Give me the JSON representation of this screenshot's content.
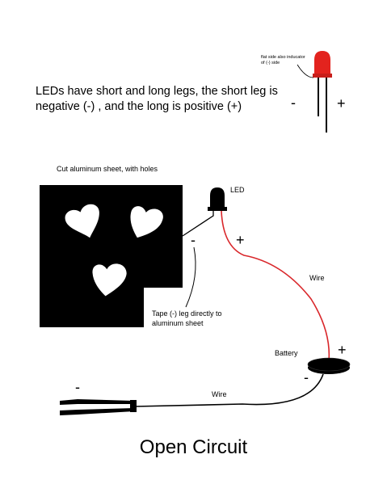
{
  "intro_text": "LEDs have short and long legs, the short leg is negative (-) , and the long is positive (+)",
  "flat_side_note": "flat side also inducator of (-) side",
  "sheet_label": "Cut aluminum sheet, with holes",
  "led_label": "LED",
  "wire_label_top": "Wire",
  "battery_label": "Battery",
  "wire_label_bottom": "Wire",
  "tape_note": "Tape (-) leg directly to aluminum sheet",
  "title": "Open Circuit",
  "signs": {
    "minus": "-",
    "plus": "+"
  },
  "colors": {
    "led_red": "#e3231e",
    "wire_red": "#d9262a",
    "ink": "#000000"
  }
}
